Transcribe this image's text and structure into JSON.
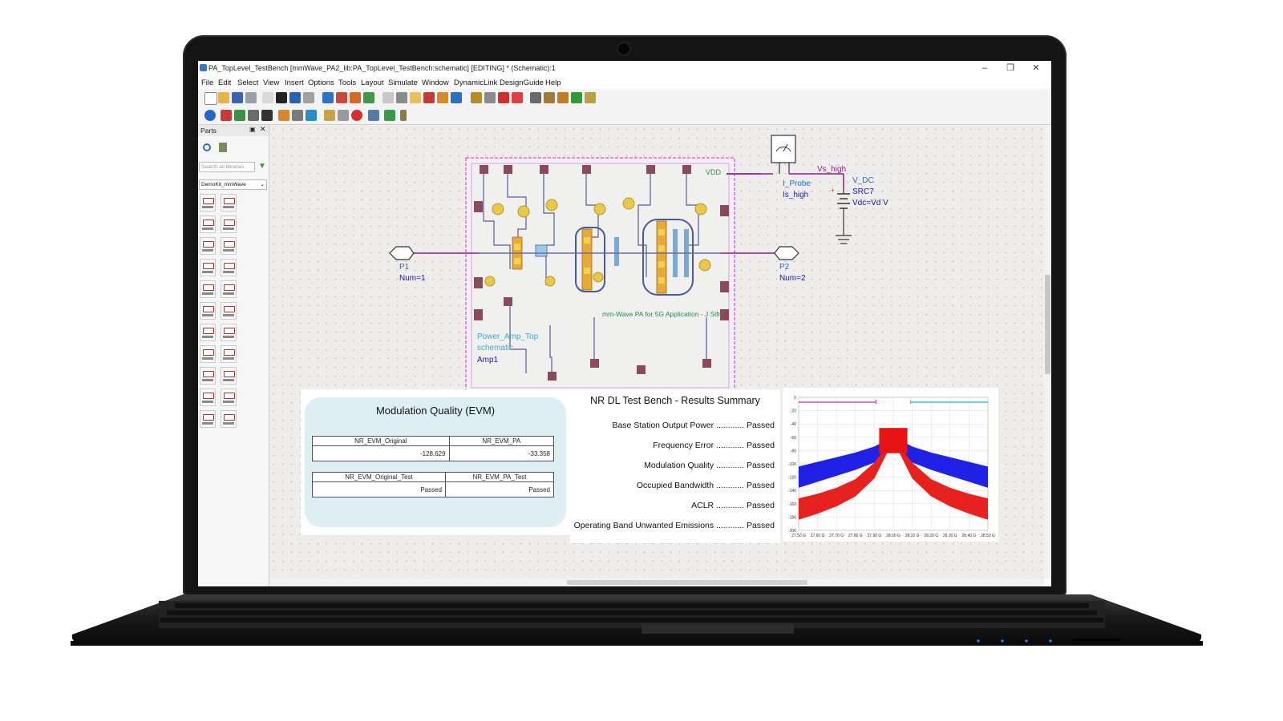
{
  "window": {
    "title": "PA_TopLevel_TestBench [mmWave_PA2_lib:PA_TopLevel_TestBench:schematic] [EDITING] * (Schematic):1",
    "minimize": "–",
    "maximize": "❐",
    "close": "✕"
  },
  "menu": [
    "File",
    "Edit",
    "Select",
    "View",
    "Insert",
    "Options",
    "Tools",
    "Layout",
    "Simulate",
    "Window",
    "DynamicLink",
    "DesignGuide",
    "Help"
  ],
  "parts_panel": {
    "title": "Parts",
    "search_placeholder": "Search all libraries",
    "library": "DemoKit_mmWave"
  },
  "schematic": {
    "vdd_label": "VDD",
    "probe_name": "I_Probe",
    "probe_inst": "Is_high",
    "wire_label": "Vs_high",
    "source_type": "V_DC",
    "source_inst": "SRC7",
    "source_value": "Vdc=Vd V",
    "port1_name": "P1",
    "port1_num": "Num=1",
    "port2_name": "P2",
    "port2_num": "Num=2",
    "block_caption": "mm-Wave PA for 5G Application - J Sifri",
    "block_cell": "Power_Amp_Top",
    "block_view": "schematic",
    "block_inst": "Amp1",
    "colors": {
      "wire": "#8b1e8b",
      "label": "#1f6fd1",
      "inst": "#1a1aa6",
      "block_border": "#e06bdc",
      "block_fill": "#f6edf6"
    }
  },
  "evm": {
    "title": "Modulation Quality (EVM)",
    "headers1": [
      "NR_EVM_Original",
      "NR_EVM_PA"
    ],
    "values1": [
      "-128.629",
      "-33.358"
    ],
    "headers2": [
      "NR_EVM_Original_Test",
      "NR_EVM_PA_Test"
    ],
    "values2": [
      "Passed",
      "Passed"
    ]
  },
  "results": {
    "title": "NR DL Test Bench - Results Summary",
    "rows": [
      {
        "label": "Base Station Output Power",
        "status": "Passed"
      },
      {
        "label": "Frequency Error",
        "status": "Passed"
      },
      {
        "label": "Modulation Quality",
        "status": "Passed"
      },
      {
        "label": "Occupied Bandwidth",
        "status": "Passed"
      },
      {
        "label": "ACLR",
        "status": "Passed"
      },
      {
        "label": "Operating Band Unwanted Emissions",
        "status": "Passed"
      }
    ]
  },
  "chart_data": {
    "type": "area",
    "x": [
      "27.50 G",
      "27.60 G",
      "27.70 G",
      "27.80 G",
      "27.90 G",
      "28.00 G",
      "28.10 G",
      "28.20 G",
      "28.30 G",
      "28.40 G",
      "28.50 G"
    ],
    "y_ticks": [
      "0",
      "-20",
      "-40",
      "-60",
      "-80",
      "-100",
      "-120",
      "-140",
      "-160",
      "-180",
      "-200"
    ],
    "series": [
      {
        "color": "#1414e6",
        "values": [
          -120,
          -112,
          -104,
          -96,
          -86,
          -62,
          -86,
          -96,
          -104,
          -112,
          -120
        ]
      },
      {
        "color": "#e61414",
        "values": [
          -168,
          -160,
          -150,
          -136,
          -110,
          -62,
          -110,
          -136,
          -150,
          -160,
          -168
        ]
      }
    ],
    "mask_colors": [
      "#d24bd6",
      "#39c6d6"
    ],
    "grid": true
  }
}
